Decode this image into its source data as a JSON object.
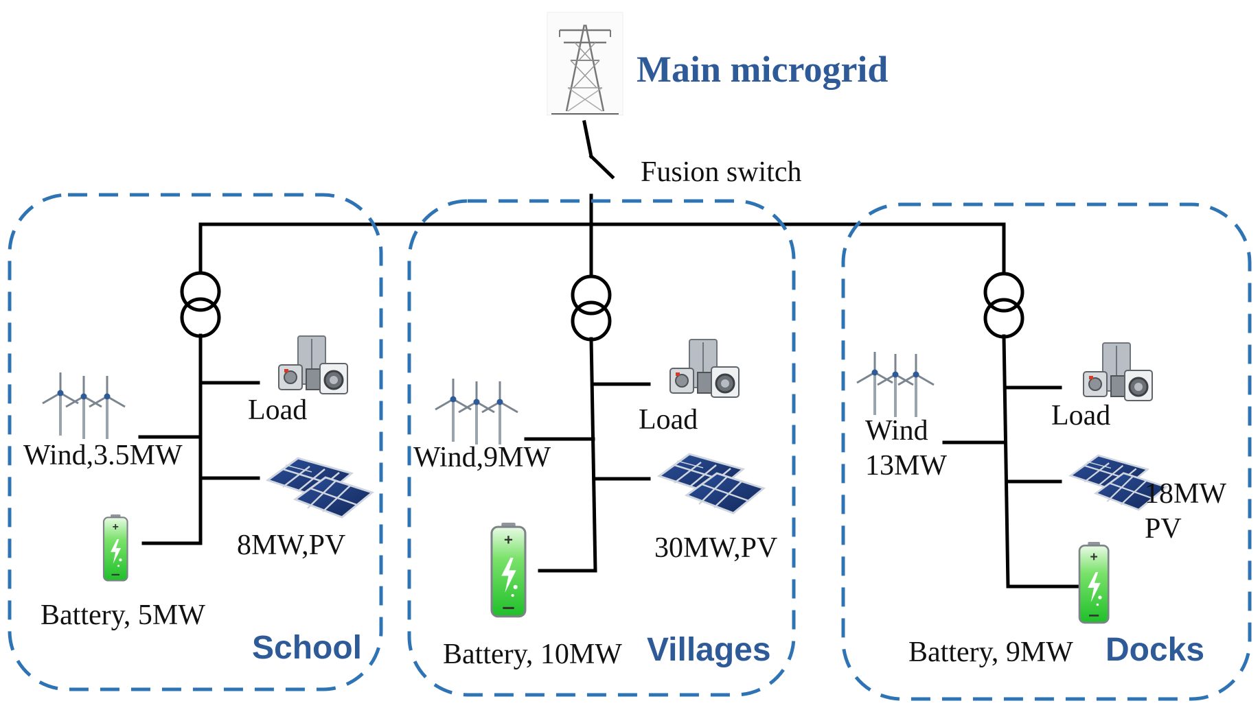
{
  "colors": {
    "accent": "#2e5b98",
    "dashed_border": "#2e74b5",
    "battery_green": "#33cc33",
    "solar_panel": "#1f3a78"
  },
  "main": {
    "title": "Main microgrid",
    "icon": "transmission-tower-icon",
    "switch_label": "Fusion switch"
  },
  "microgrids": [
    {
      "name": "School",
      "wind_label": "Wind,3.5MW",
      "load_label": "Load",
      "pv_label": "8MW,PV",
      "battery_label": "Battery, 5MW",
      "battery_level": 1.0
    },
    {
      "name": "Villages",
      "wind_label": "Wind,9MW",
      "load_label": "Load",
      "pv_label": "30MW,PV",
      "battery_label": "Battery, 10MW",
      "battery_level": 1.0
    },
    {
      "name": "Docks",
      "wind_label_line1": "Wind",
      "wind_label_line2": "13MW",
      "load_label": "Load",
      "pv_label_line1": "18MW",
      "pv_label_line2": "PV",
      "battery_label": "Battery, 9MW",
      "battery_level": 1.0
    }
  ]
}
